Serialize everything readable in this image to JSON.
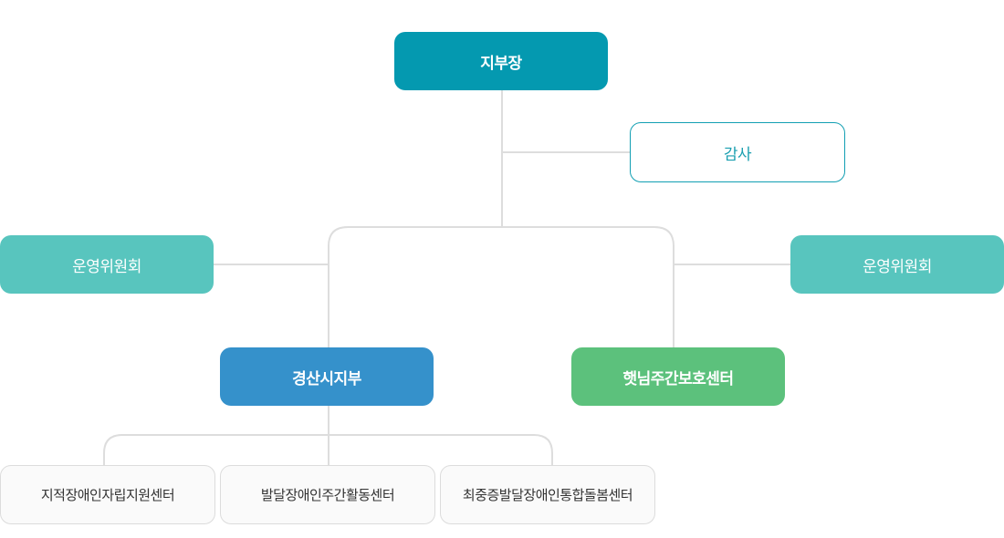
{
  "colors": {
    "director": "#0499b0",
    "audit_border": "#129fb3",
    "audit_text": "#1a9fb0",
    "committee": "#58c5be",
    "branch": "#3591cb",
    "center": "#5cc17c",
    "leaf_text": "#333333",
    "line": "#dddddd"
  },
  "nodes": {
    "director": "지부장",
    "audit": "감사",
    "committee_left": "운영위원회",
    "committee_right": "운영위원회",
    "branch": "경산시지부",
    "center": "햇님주간보호센터",
    "sub_1": "지적장애인자립지원센터",
    "sub_2": "발달장애인주간활동센터",
    "sub_3": "최중증발달장애인통합돌봄센터"
  }
}
